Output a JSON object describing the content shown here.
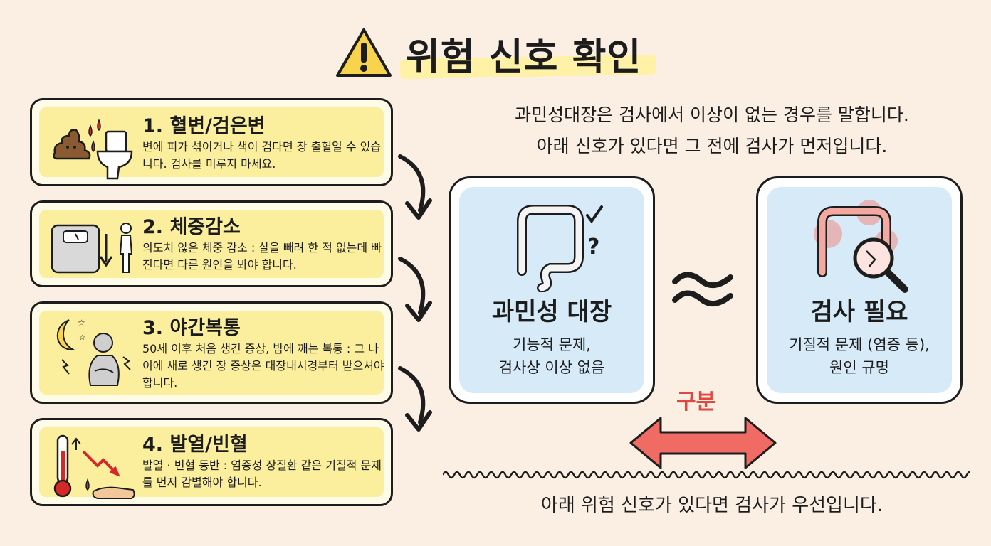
{
  "title": "위험 신호 확인",
  "intro": {
    "line1": "과민성대장은 검사에서 이상이 없는 경우를 말합니다.",
    "line2": "아래 신호가 있다면 그 전에 검사가 먼저입니다."
  },
  "cards": [
    {
      "title": "1. 혈변/검은변",
      "desc": "변에 피가 섞이거나 색이 검다면 장 출혈일 수 있습니다. 검사를 미루지 마세요.",
      "icon": "stool-blood-toilet-icon"
    },
    {
      "title": "2. 체중감소",
      "desc": "의도치 않은 체중 감소 : 살을 빼려 한 적 없는데 빠진다면 다른 원인을 봐야 합니다.",
      "icon": "scale-weight-loss-icon"
    },
    {
      "title": "3. 야간복통",
      "desc": "50세 이후 처음 생긴 증상, 밤에 깨는 복통 : 그 나이에 새로 생긴 장 증상은 대장내시경부터 받으셔야 합니다.",
      "icon": "night-abdominal-pain-icon"
    },
    {
      "title": "4. 발열/빈혈",
      "desc": "발열 · 빈혈 동반 : 염증성 장질환 같은 기질적 문제를 먼저 감별해야 합니다.",
      "icon": "thermometer-anemia-icon"
    }
  ],
  "ibs_box": {
    "title": "과민성 대장",
    "desc_line1": "기능적 문제,",
    "desc_line2": "검사상 이상 없음",
    "icon": "colon-check-question-icon"
  },
  "exam_box": {
    "title": "검사 필요",
    "desc_line1": "기질적 문제 (염증 등),",
    "desc_line2": "원인 규명",
    "icon": "inflamed-colon-magnifier-icon"
  },
  "approx_symbol": "≈",
  "distinguish_label": "구분",
  "footer": "아래 위험 신호가 있다면 검사가 우선입니다.",
  "colors": {
    "background": "#fbefe4",
    "card_fill": "#fbef9e",
    "box_fill": "#d6eaf8",
    "accent_red": "#e0473f",
    "warning_yellow": "#f7d44c"
  }
}
